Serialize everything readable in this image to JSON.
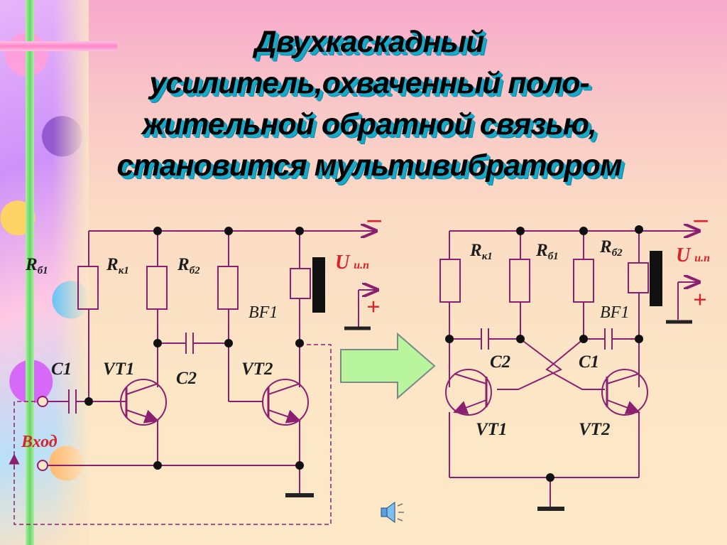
{
  "title": {
    "line1": "Двухкаскадный",
    "line2": "усилитель,охваченный поло-",
    "line3": "жительной обратной связью,",
    "line4": "становится мультивибратором"
  },
  "left_circuit": {
    "rb1_main": "R",
    "rb1_sub": "б1",
    "rk1_main": "R",
    "rk1_sub": "к1",
    "rb2_main": "R",
    "rb2_sub": "б2",
    "bf1": "BF1",
    "c1": "C1",
    "vt1": "VT1",
    "c2": "C2",
    "vt2": "VT2",
    "input": "Вход",
    "supply_main": "U",
    "supply_sub": "и.п",
    "minus": "–",
    "plus": "+"
  },
  "right_circuit": {
    "rk1_main": "R",
    "rk1_sub": "к1",
    "rb1_main": "R",
    "rb1_sub": "б1",
    "rb2_main": "R",
    "rb2_sub": "б2",
    "bf1": "BF1",
    "c2": "C2",
    "c1": "C1",
    "vt1": "VT1",
    "vt2": "VT2",
    "supply_main": "U",
    "supply_sub": "и.п",
    "minus": "–",
    "plus": "+"
  },
  "icons": {
    "arrow": "transform-arrow-icon",
    "speaker": "speaker-icon"
  },
  "colors": {
    "wire": "#8b2070",
    "label_red": "#d9222a",
    "arrow_fill": "#b8f59c",
    "title_shadow": "#16a9c8"
  }
}
